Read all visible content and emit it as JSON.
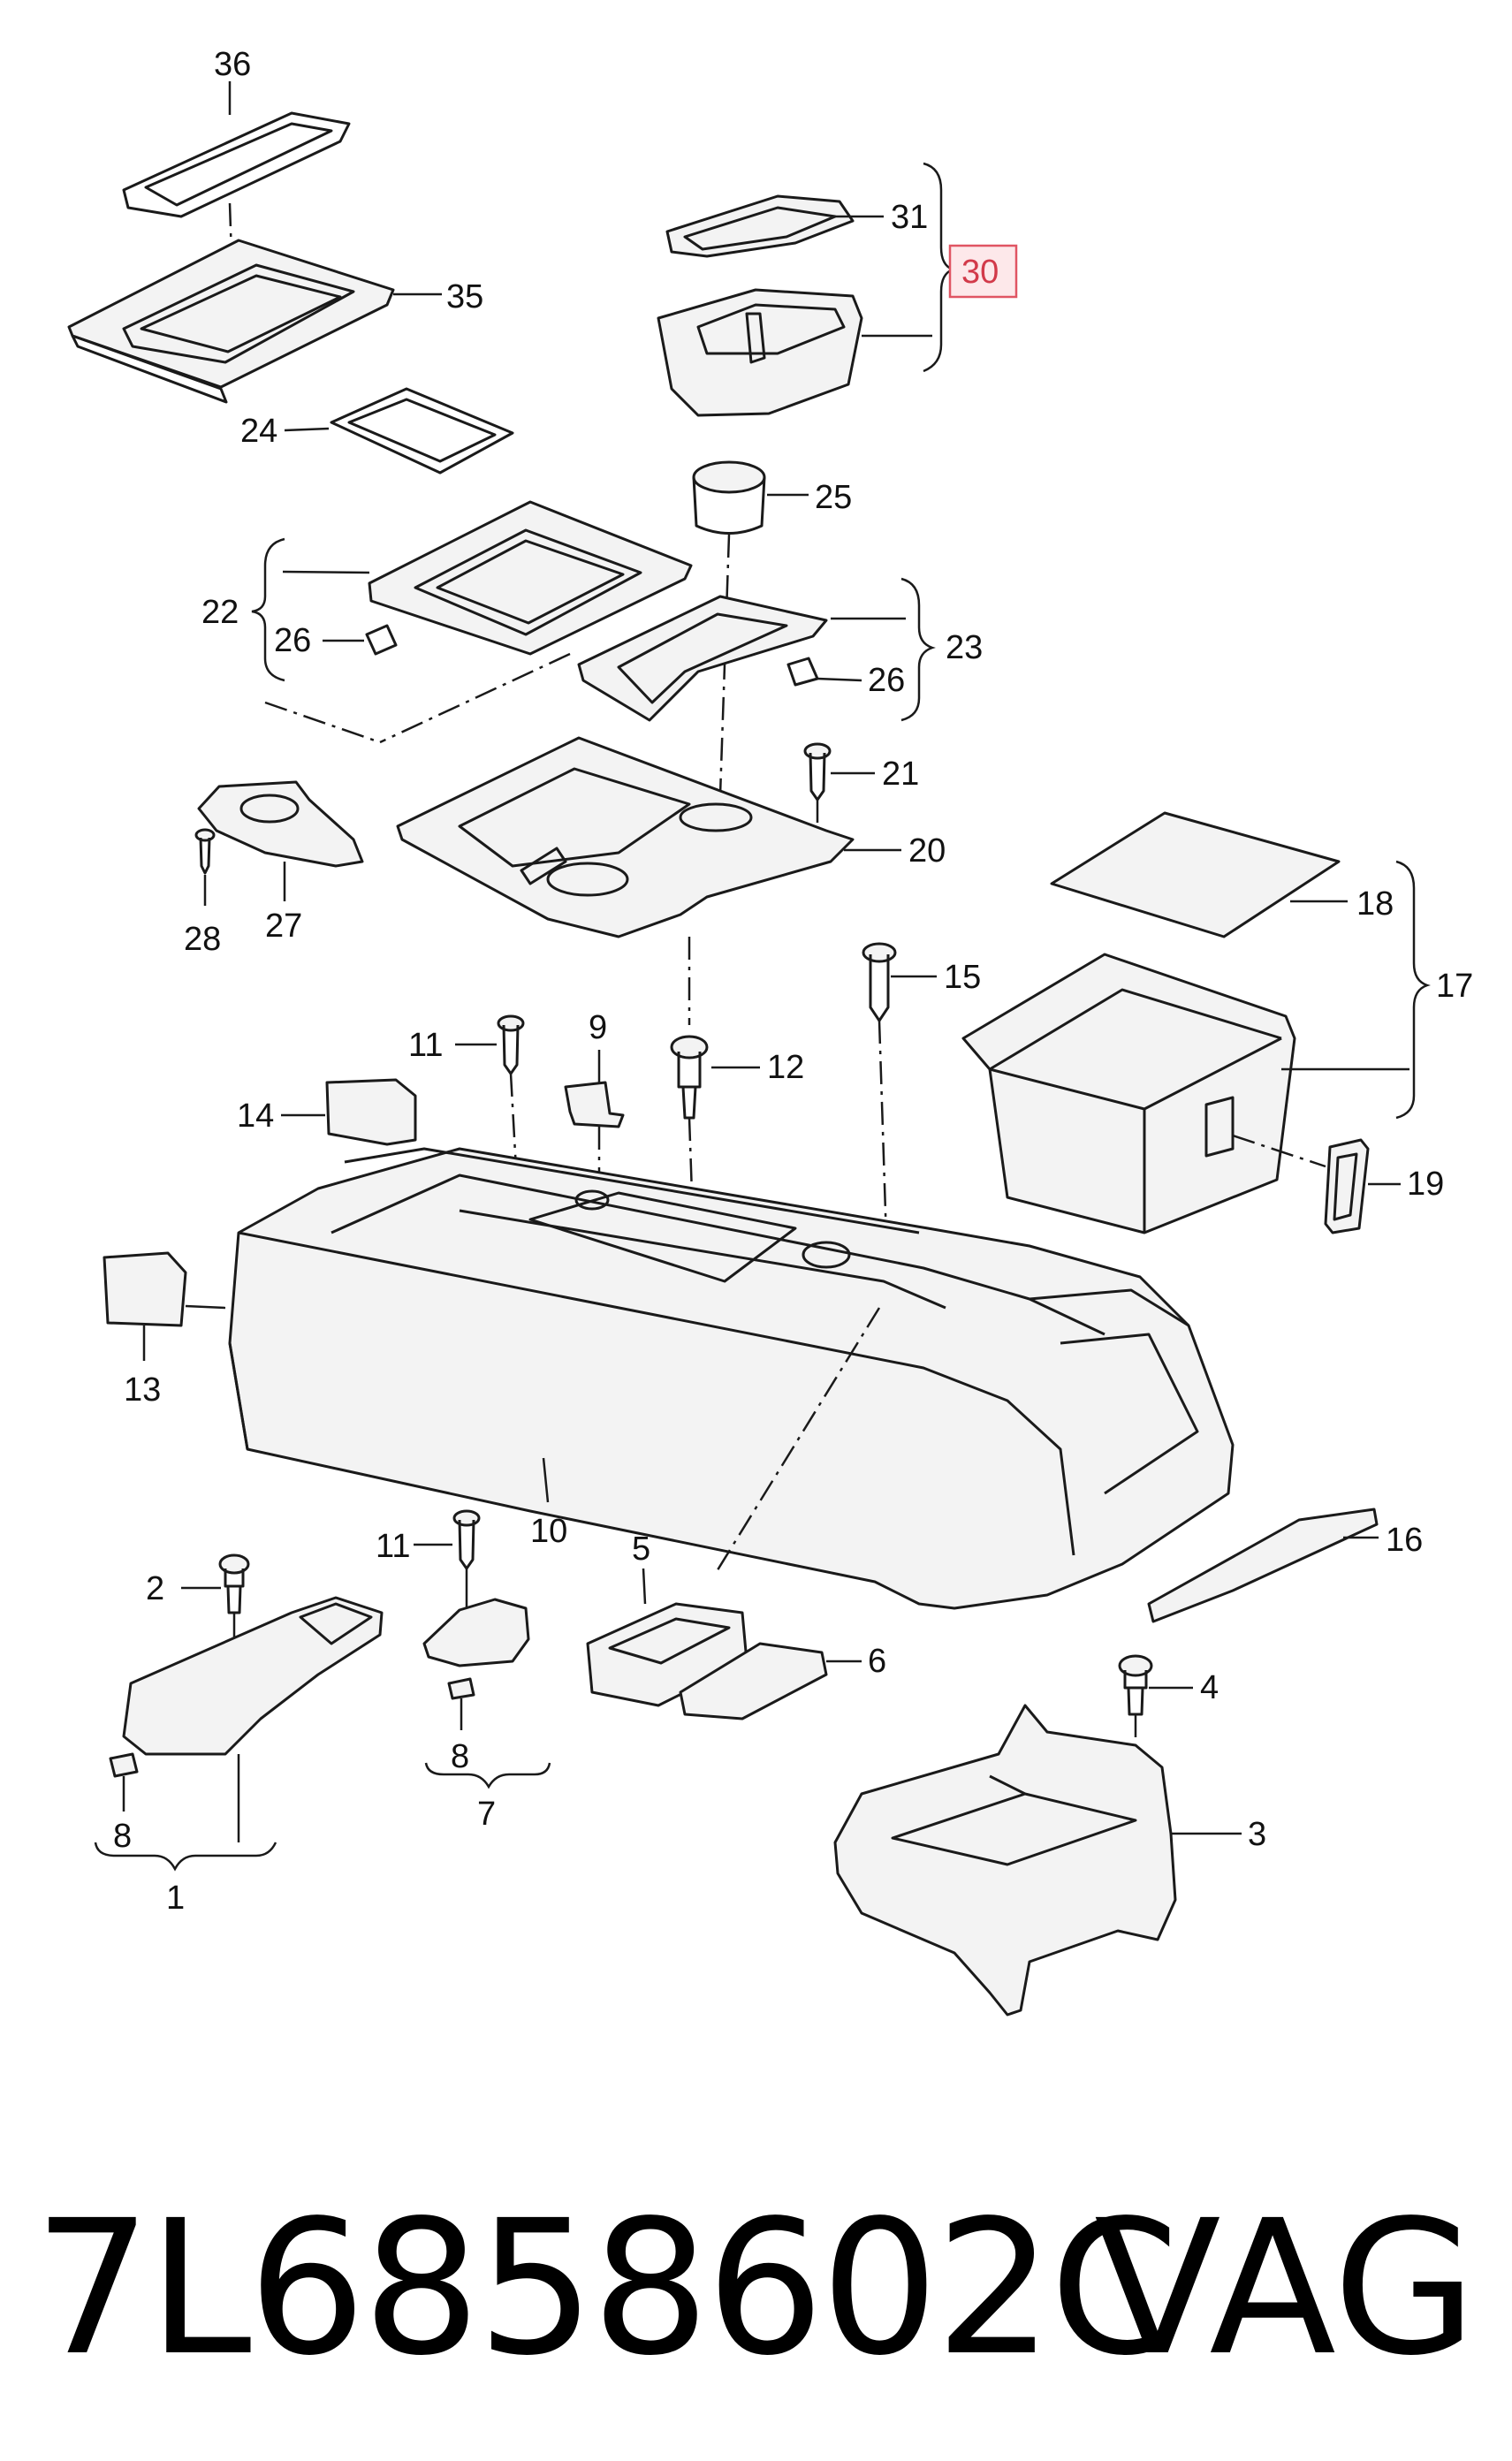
{
  "diagram": {
    "callouts": [
      "1",
      "2",
      "3",
      "4",
      "5",
      "6",
      "7",
      "8",
      "8",
      "9",
      "10",
      "11",
      "11",
      "12",
      "13",
      "14",
      "15",
      "16",
      "17",
      "18",
      "19",
      "20",
      "21",
      "22",
      "23",
      "24",
      "25",
      "26",
      "26",
      "27",
      "28",
      "30",
      "31",
      "35",
      "36"
    ],
    "highlighted_callout": "30",
    "highlight_color": "#e05563"
  },
  "footer": {
    "part_number": "7L6858602C",
    "brand": "VAG"
  }
}
